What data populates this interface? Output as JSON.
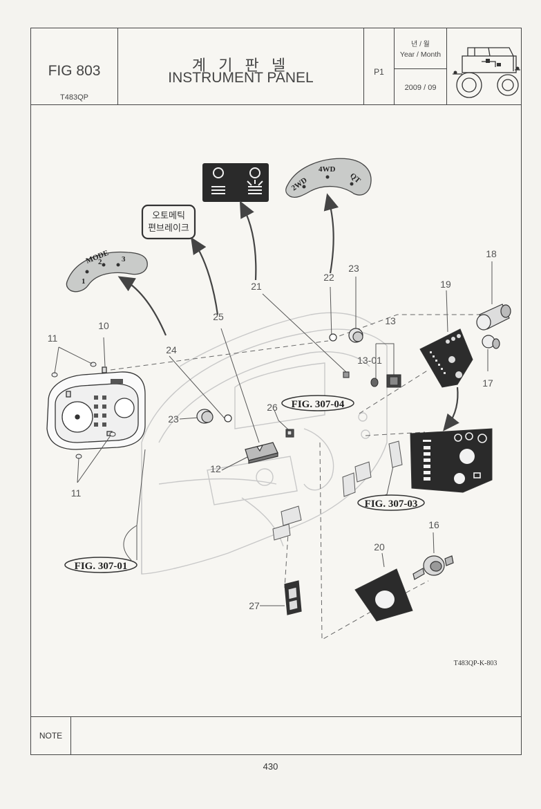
{
  "header": {
    "figure_number": "FIG 803",
    "model_code": "T483QP",
    "title_ko": "계 기 판 넬",
    "title_en": "INSTRUMENT PANEL",
    "page_code": "P1",
    "date_label_ko": "년 / 월",
    "date_label_en": "Year / Month",
    "date_value": "2009 / 09"
  },
  "diagram": {
    "decal_mode": {
      "label": "MODE",
      "positions": [
        "1",
        "2",
        "3"
      ]
    },
    "decal_drive": {
      "positions": [
        "2WD",
        "4WD",
        "QT"
      ]
    },
    "auto_brake_label": {
      "line1": "오토메틱",
      "line2": "편브레이크"
    },
    "callouts": {
      "c10": "10",
      "c11a": "11",
      "c11b": "11",
      "c12": "12",
      "c13": "13",
      "c13_01": "13-01",
      "c16": "16",
      "c17": "17",
      "c18": "18",
      "c19": "19",
      "c20": "20",
      "c21": "21",
      "c22": "22",
      "c23a": "23",
      "c23b": "23",
      "c24": "24",
      "c25": "25",
      "c26": "26",
      "c27": "27"
    },
    "figure_refs": {
      "fig_307_04": "FIG. 307-04",
      "fig_307_03": "FIG. 307-03",
      "fig_307_01": "FIG. 307-01"
    },
    "drawing_code": "T483QP-K-803"
  },
  "note": {
    "label": "NOTE"
  },
  "footer": {
    "page_number": "430"
  }
}
